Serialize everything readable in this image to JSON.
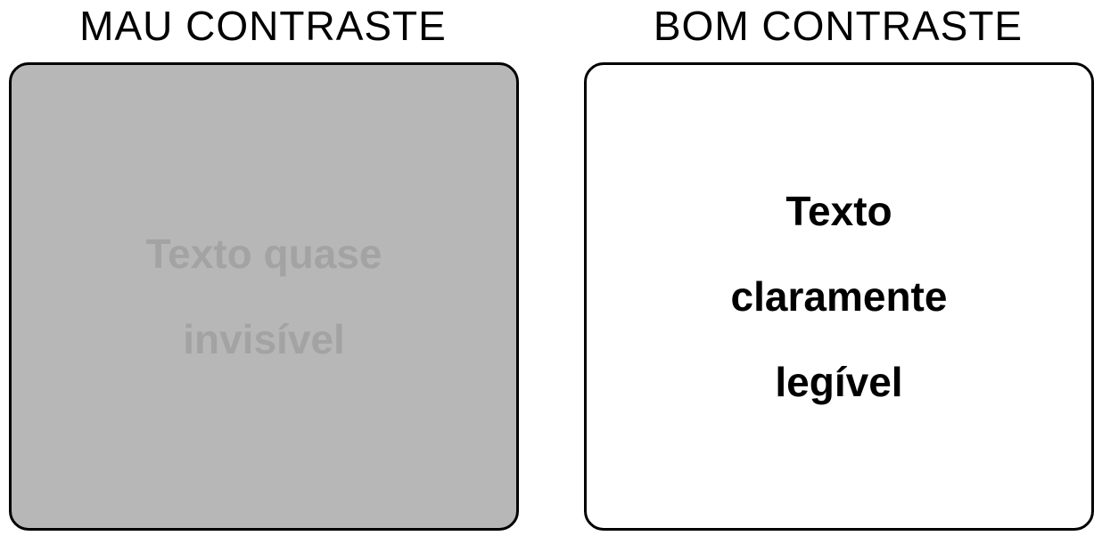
{
  "left": {
    "heading": "MAU CONTRASTE",
    "lines": [
      "Texto quase",
      "invisível"
    ],
    "background": "#b7b7b7",
    "text_color": "#a3a3a3"
  },
  "right": {
    "heading": "BOM CONTRASTE",
    "lines": [
      "Texto",
      "claramente",
      "legível"
    ],
    "background": "#ffffff",
    "text_color": "#000000"
  }
}
